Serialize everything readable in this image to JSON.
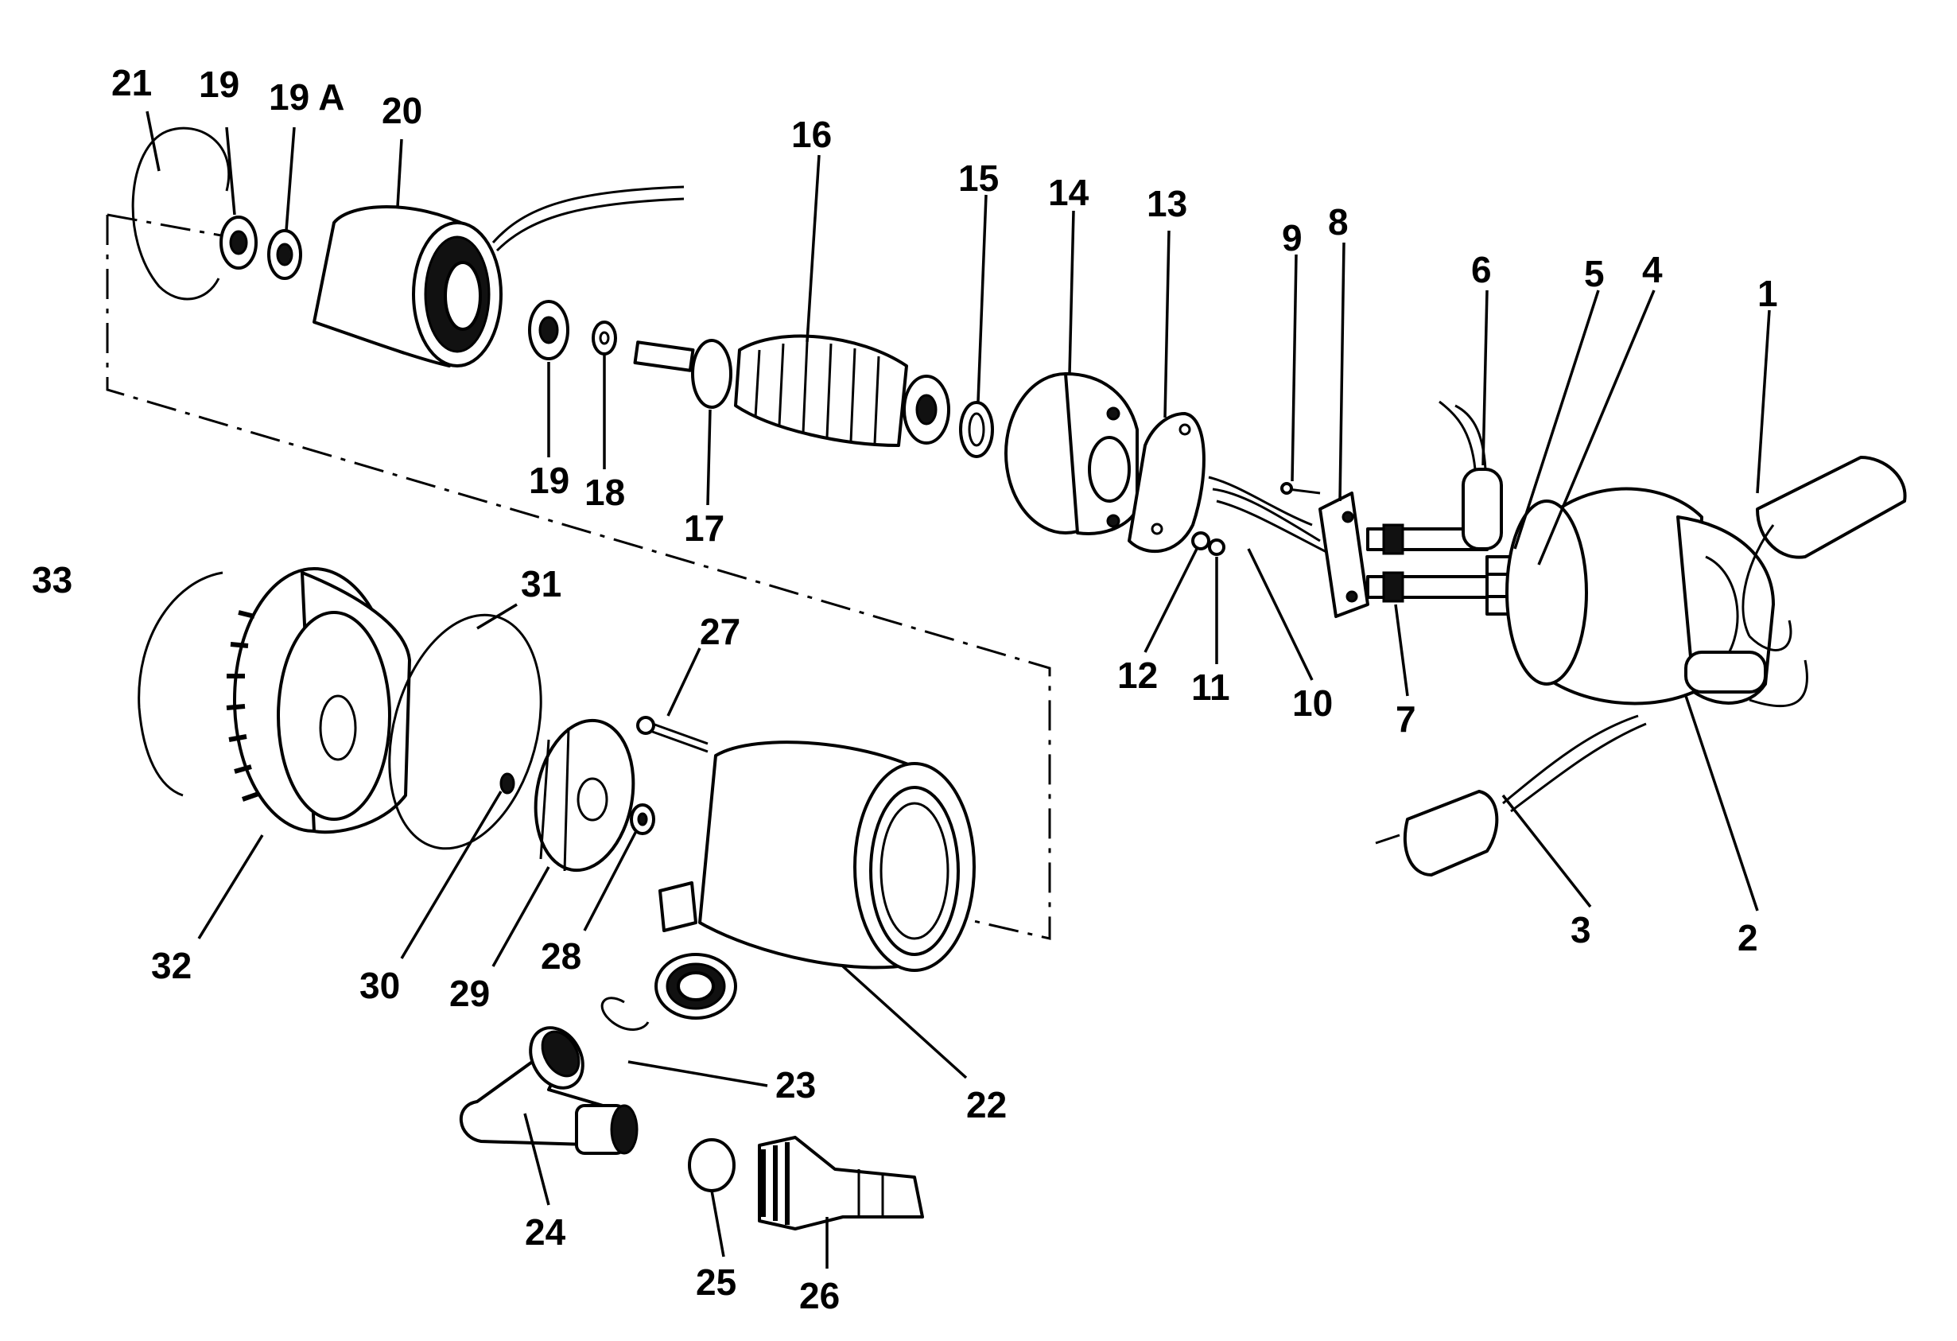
{
  "diagram": {
    "labels": {
      "p1": "1",
      "p2": "2",
      "p3": "3",
      "p4": "4",
      "p5": "5",
      "p6": "6",
      "p7": "7",
      "p8": "8",
      "p9": "9",
      "p10": "10",
      "p11": "11",
      "p12": "12",
      "p13": "13",
      "p14": "14",
      "p15": "15",
      "p16": "16",
      "p17": "17",
      "p18": "18",
      "p19a": "19",
      "p19b": "19",
      "p19A": "19 A",
      "p20": "20",
      "p21": "21",
      "p22": "22",
      "p23": "23",
      "p24": "24",
      "p25": "25",
      "p26": "26",
      "p27": "27",
      "p28": "28",
      "p29": "29",
      "p30": "30",
      "p31": "31",
      "p32": "32",
      "p33": "33"
    }
  }
}
